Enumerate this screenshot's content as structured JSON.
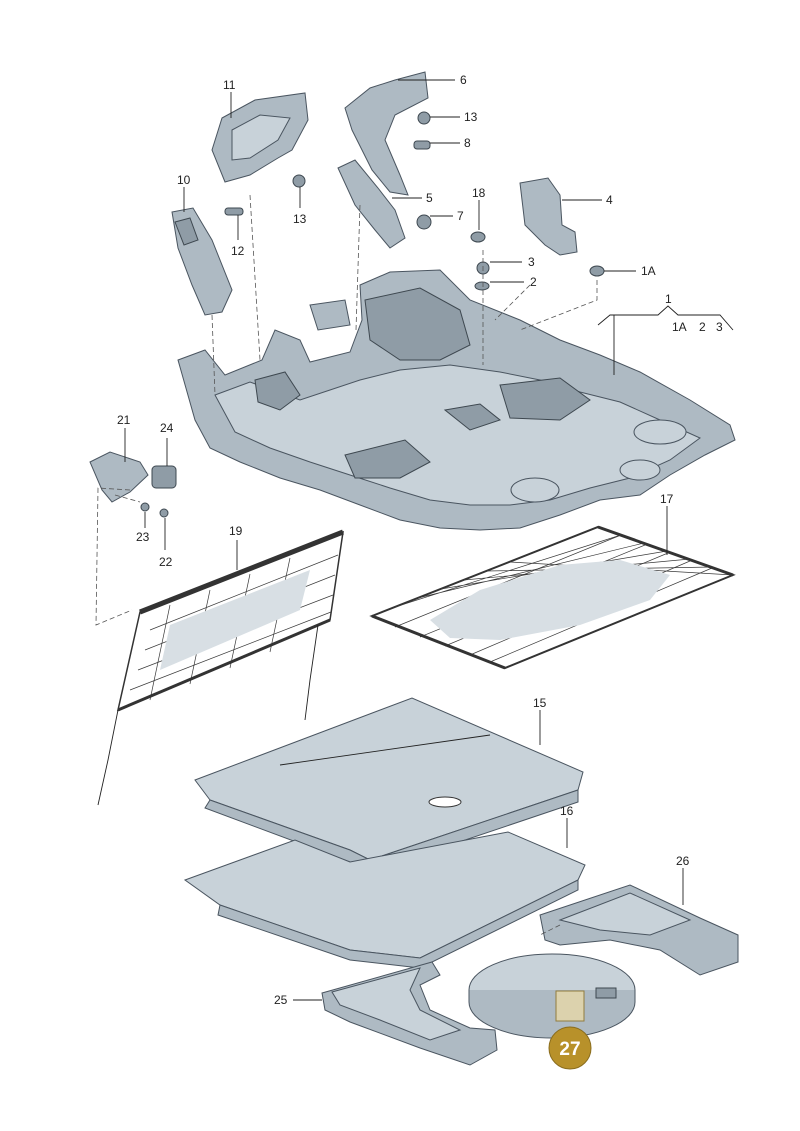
{
  "labels": {
    "p1": "1",
    "p1a": "1A",
    "p1a_sub": "1A",
    "p2_sub": "2",
    "p3_sub": "3",
    "p2": "2",
    "p3": "3",
    "p4": "4",
    "p5": "5",
    "p6": "6",
    "p7": "7",
    "p8": "8",
    "p10": "10",
    "p11": "11",
    "p12": "12",
    "p13a": "13",
    "p13b": "13",
    "p15": "15",
    "p16": "16",
    "p17": "17",
    "p18": "18",
    "p19": "19",
    "p21": "21",
    "p22": "22",
    "p23": "23",
    "p24": "24",
    "p25": "25",
    "p26": "26"
  },
  "badge": {
    "text": "27",
    "color": "#b8912a"
  },
  "colors": {
    "part_fill": "#aebac3",
    "part_stroke": "#4a5560",
    "light_fill": "#c8d2d9"
  }
}
